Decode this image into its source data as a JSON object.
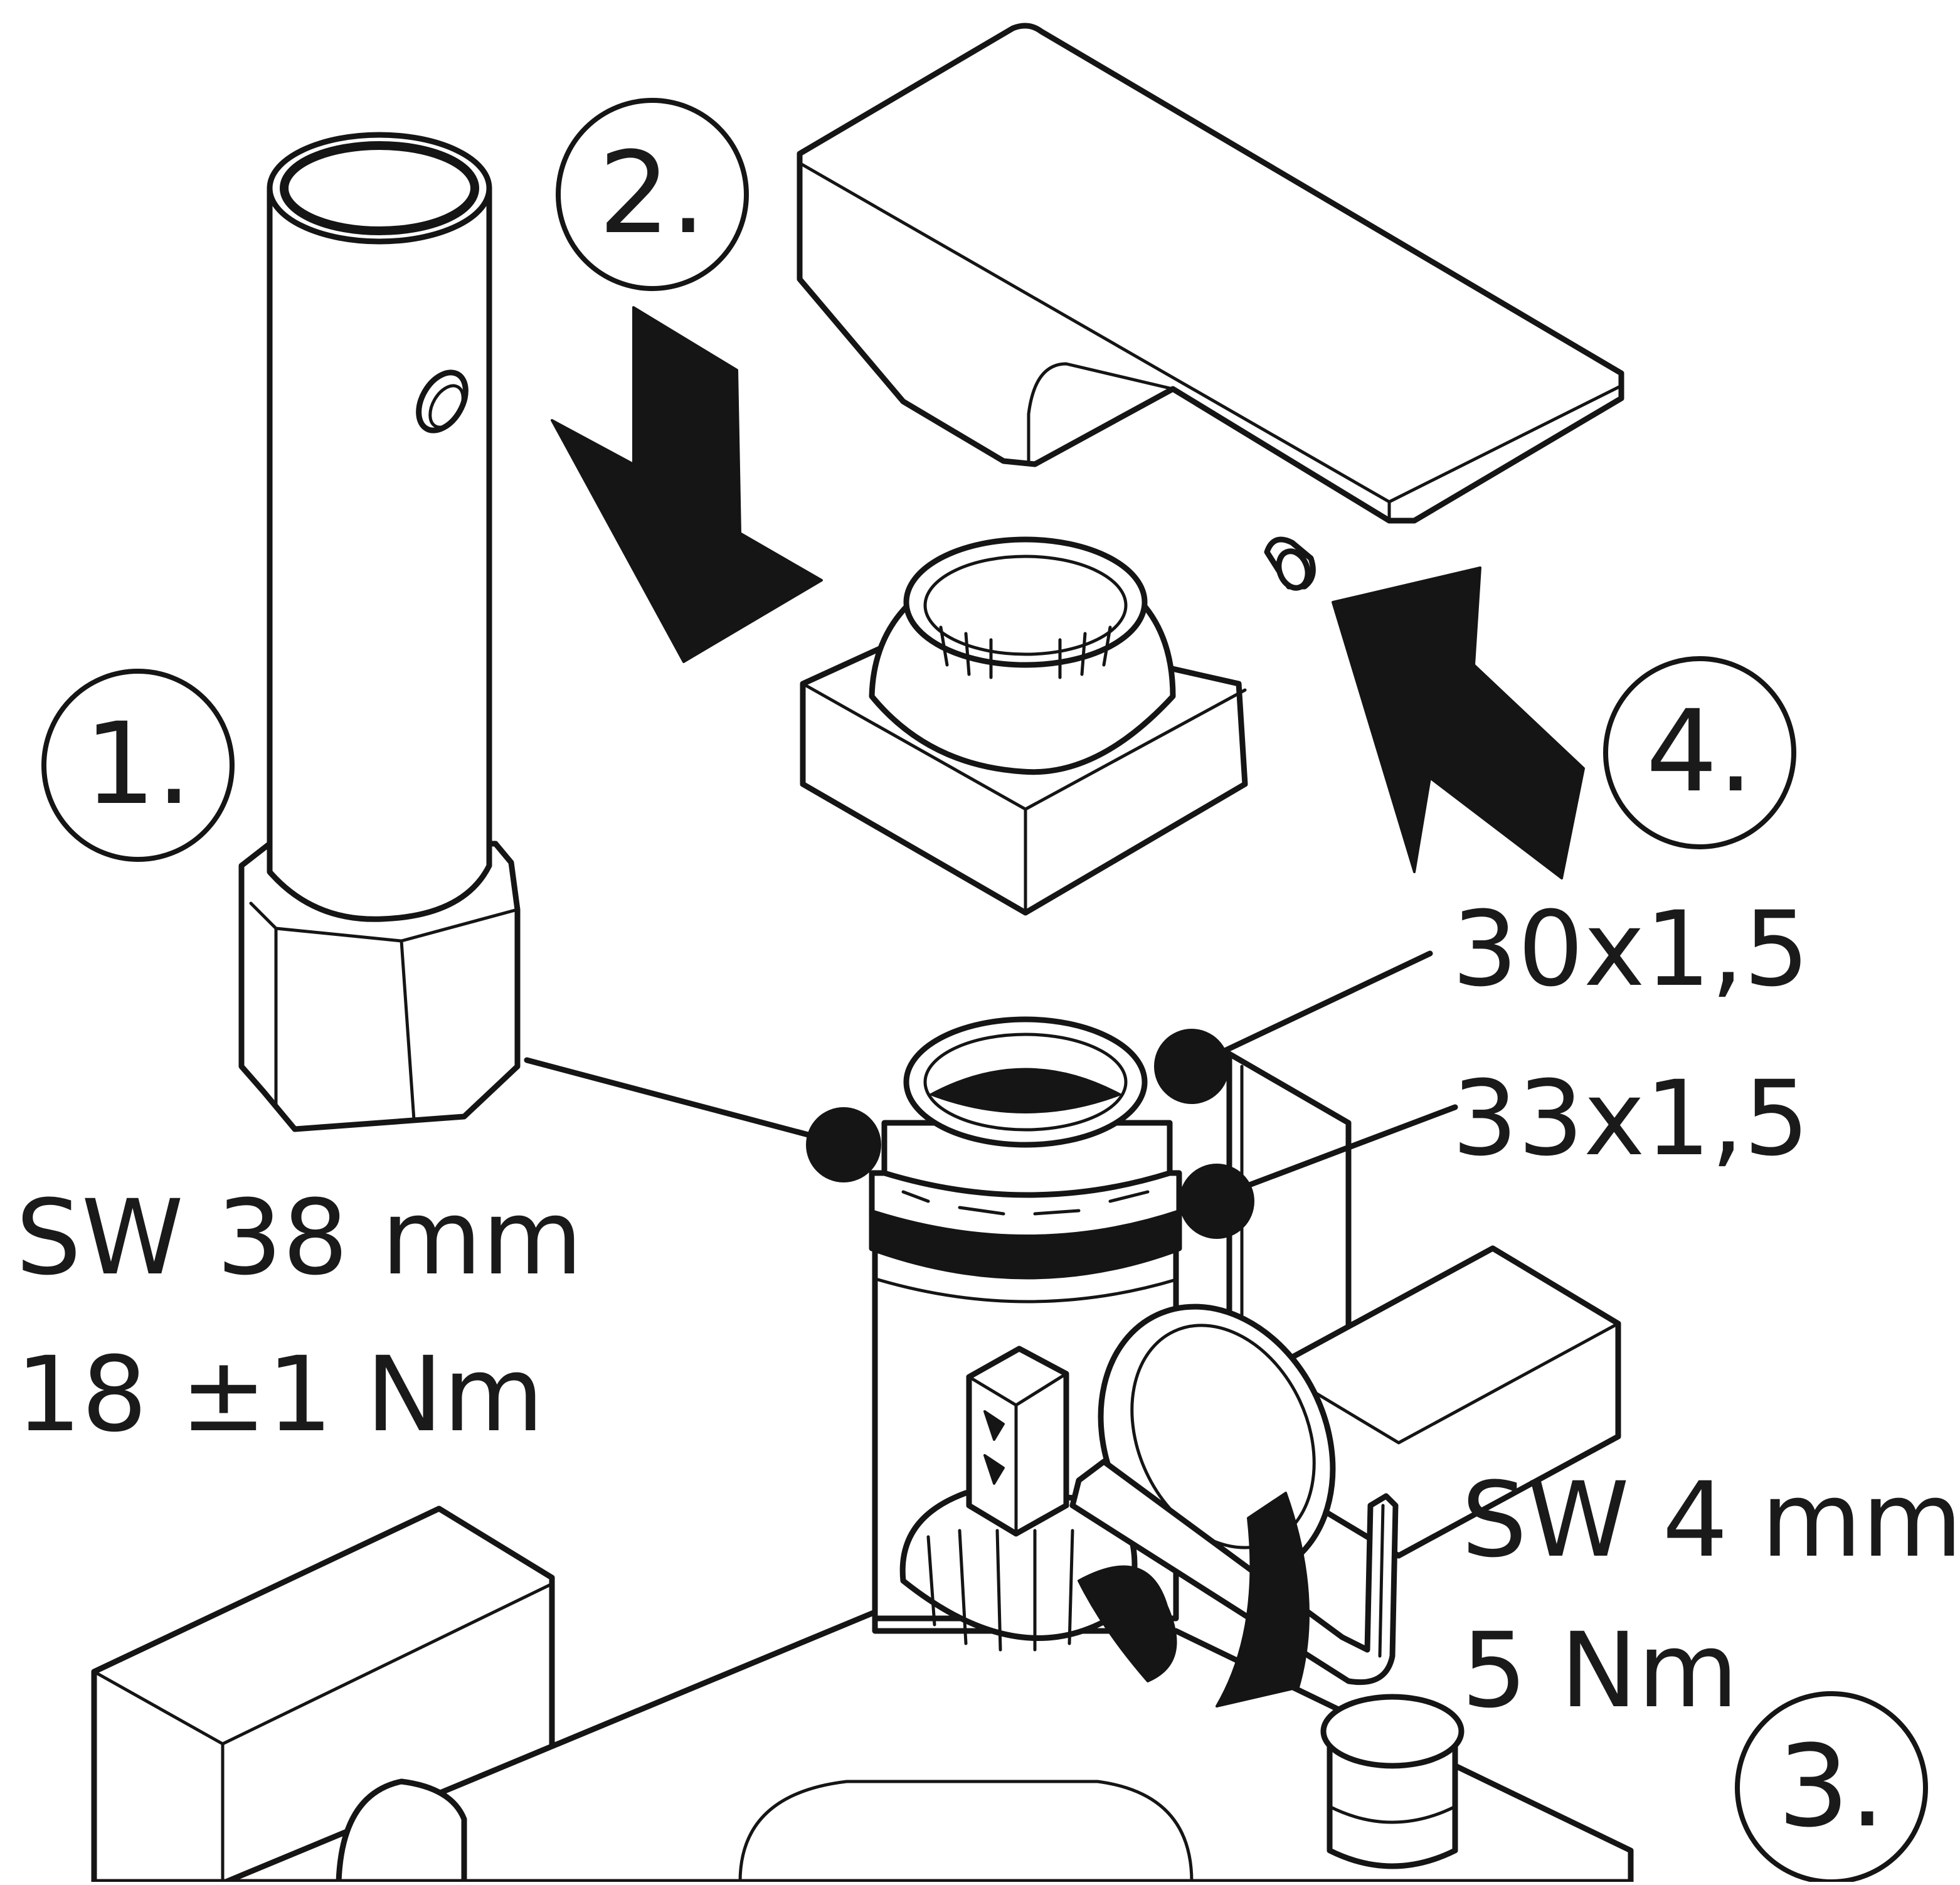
{
  "steps": [
    "1.",
    "2.",
    "3.",
    "4."
  ],
  "labels": {
    "thread_small": "30x1,5",
    "thread_large": "33x1,5",
    "socket_size": "SW 38 mm",
    "socket_torque": "18 ±1 Nm",
    "hex_size": "SW 4 mm",
    "hex_torque": "5 Nm"
  },
  "colors": {
    "ink": "#151515",
    "paper": "#ffffff"
  },
  "icons": [
    "socket-wrench-icon",
    "handle-lever-icon",
    "hex-key-icon",
    "arrow-down-icon",
    "arrow-up-icon"
  ]
}
